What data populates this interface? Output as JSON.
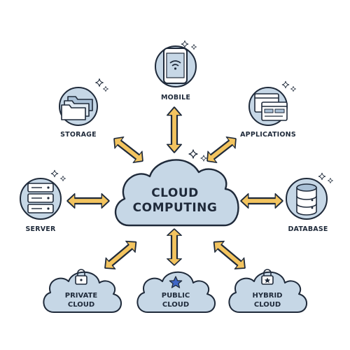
{
  "center": {
    "line1": "CLOUD",
    "line2": "COMPUTING"
  },
  "nodes": {
    "mobile": {
      "label": "MOBILE",
      "icon": "smartphone-wifi-icon"
    },
    "storage": {
      "label": "STORAGE",
      "icon": "folders-icon"
    },
    "applications": {
      "label": "APPLICATIONS",
      "icon": "app-windows-icon"
    },
    "server": {
      "label": "SERVER",
      "icon": "server-rack-icon"
    },
    "database": {
      "label": "DATABASE",
      "icon": "database-icon"
    }
  },
  "clouds": {
    "private": {
      "line1": "PRIVATE",
      "line2": "CLOUD",
      "icon": "lock-icon"
    },
    "public": {
      "line1": "PUBLIC",
      "line2": "CLOUD",
      "icon": "star-icon"
    },
    "hybrid": {
      "line1": "HYBRID",
      "line2": "CLOUD",
      "icon": "lock-star-icon"
    }
  },
  "colors": {
    "cloud_fill": "#c6d7e6",
    "cloud_shade": "#a9c0d6",
    "arrow_fill": "#f3c45f",
    "outline": "#1f2a3a",
    "icon_circle": "#c6d7e6"
  }
}
